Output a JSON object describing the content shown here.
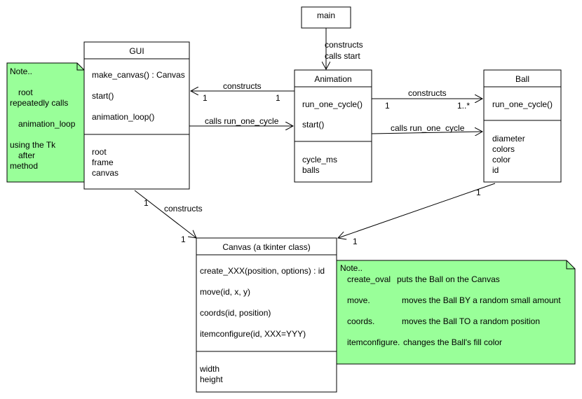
{
  "colors": {
    "note_fill": "#99ff99",
    "line": "#000000",
    "background": "#ffffff"
  },
  "main": {
    "title": "main"
  },
  "gui": {
    "title": "GUI",
    "methods": [
      "make_canvas() : Canvas",
      "start()",
      "animation_loop()"
    ],
    "attributes": [
      "root",
      "frame",
      "canvas"
    ]
  },
  "animation": {
    "title": "Animation",
    "methods": [
      "run_one_cycle()",
      "start()"
    ],
    "attributes": [
      "cycle_ms",
      "balls"
    ]
  },
  "ball": {
    "title": "Ball",
    "methods": [
      "run_one_cycle()"
    ],
    "attributes": [
      "diameter",
      "colors",
      "color",
      "id"
    ]
  },
  "canvas": {
    "title": "Canvas (a tkinter class)",
    "methods": [
      "create_XXX(position, options) : id",
      "move(id, x, y)",
      "coords(id, position)",
      "itemconfigure(id, XXX=YYY)"
    ],
    "attributes": [
      "width",
      "height"
    ]
  },
  "note_left": {
    "lines": [
      "Note..",
      "root",
      "repeatedly calls",
      "animation_loop",
      "using the Tk",
      "after",
      "method"
    ]
  },
  "note_right": {
    "title": "Note..",
    "rows": [
      {
        "method": "create_oval",
        "desc": "puts the Ball on the Canvas"
      },
      {
        "method": "move.",
        "desc": "moves the Ball BY a random small amount"
      },
      {
        "method": "coords.",
        "desc": "moves the Ball TO a random position"
      },
      {
        "method": "itemconfigure.",
        "desc": "changes the Ball's fill color"
      }
    ]
  },
  "relations": {
    "main_animation": {
      "line1": "constructs",
      "line2": "calls start"
    },
    "animation_gui": {
      "label": "constructs",
      "mult_gui": "1",
      "mult_animation": "1"
    },
    "gui_animation": {
      "label": "calls run_one_cycle"
    },
    "animation_ball": {
      "label": "constructs",
      "mult_animation": "1",
      "mult_ball": "1..*"
    },
    "animation_ball_calls": {
      "label": "calls run_one_cycle"
    },
    "gui_canvas": {
      "label": "constructs",
      "mult_gui": "1",
      "mult_canvas": "1"
    },
    "ball_canvas": {
      "mult_ball": "1",
      "mult_canvas": "1"
    }
  }
}
